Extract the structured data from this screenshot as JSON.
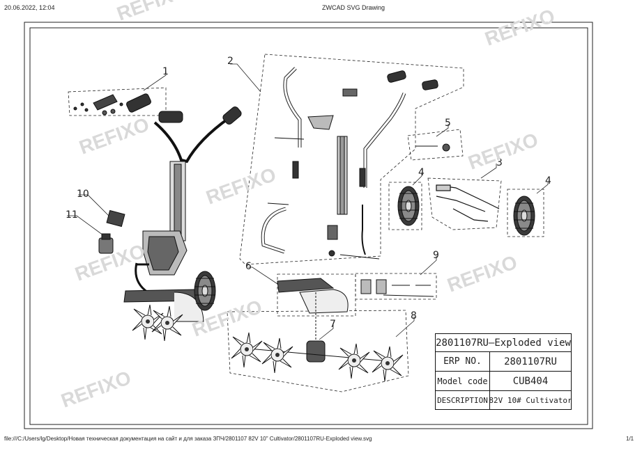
{
  "header": {
    "datetime": "20.06.2022, 12:04",
    "title": "ZWCAD SVG Drawing"
  },
  "footer": {
    "path": "file:///C:/Users/lg/Desktop/Новая техническая документация на сайт и для заказа ЗПЧ/2801107 82V 10\" Cultivator/2801107RU-Exploded view.svg",
    "page": "1/1"
  },
  "watermark": "REFIXO",
  "callouts": [
    "1",
    "2",
    "3",
    "4",
    "4",
    "5",
    "6",
    "7",
    "8",
    "9",
    "10",
    "11"
  ],
  "title_block": {
    "heading": "2801107RU–Exploded view",
    "rows": [
      {
        "label": "ERP NO.",
        "value": "2801107RU"
      },
      {
        "label": "Model code",
        "value": "CUB404"
      },
      {
        "label": "DESCRIPTION",
        "value": "82V 10# Cultivator"
      }
    ]
  }
}
